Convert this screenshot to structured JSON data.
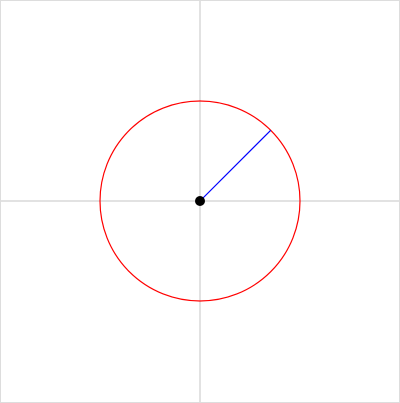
{
  "colors": {
    "background": "#ffffff",
    "frame": "#dddddd",
    "axes": "#d9d9d9",
    "circle": "#ff0000",
    "radius": "#0000ff",
    "center_point": "#000000"
  },
  "diagram": {
    "shape": "circle",
    "radius_line_angle_deg": 45,
    "center_marker": "filled-dot"
  }
}
